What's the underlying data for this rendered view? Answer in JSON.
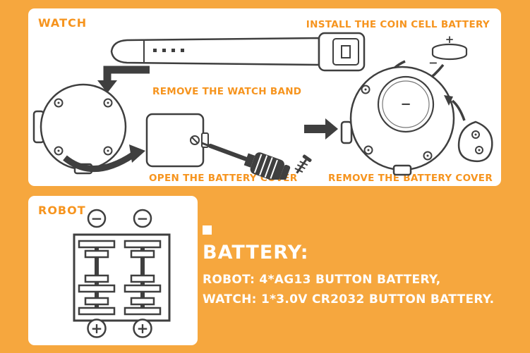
{
  "colors": {
    "background": "#F6A73E",
    "panel": "#FFFFFF",
    "accent": "#F6941E",
    "line_art": "#3F3F3F",
    "info_text": "#FFFFFF"
  },
  "watch_section": {
    "title": "WATCH",
    "steps": {
      "install": "INSTALL THE COIN CELL BATTERY",
      "remove_band": "REMOVE THE WATCH BAND",
      "open_cover": "OPEN THE BATTERY COVER",
      "remove_cover": "REMOVE THE BATTERY COVER"
    },
    "polarity": {
      "plus": "+",
      "minus": "−"
    }
  },
  "robot_section": {
    "title": "ROBOT",
    "terminals": {
      "plus": "+",
      "minus": "−"
    }
  },
  "battery_info": {
    "heading": "BATTERY:",
    "robot_line": "ROBOT: 4*AG13 BUTTON BATTERY,",
    "watch_line": "WATCH: 1*3.0V CR2032 BUTTON BATTERY."
  }
}
